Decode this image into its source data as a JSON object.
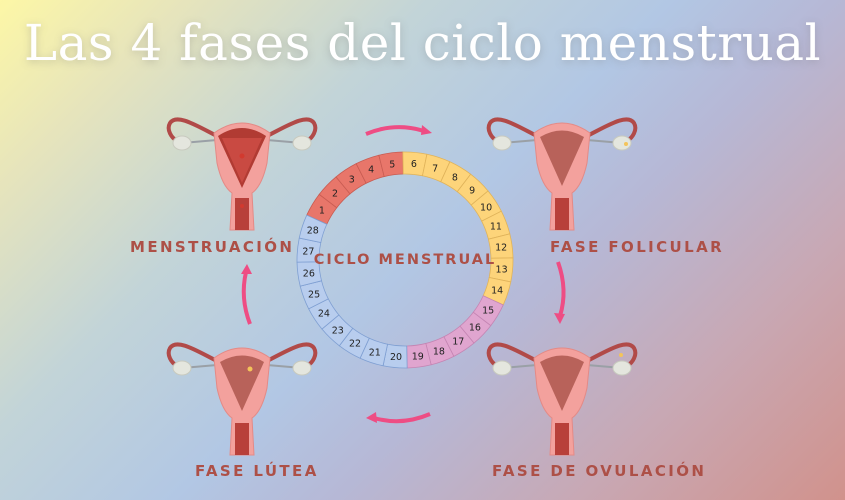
{
  "title": "Las 4 fases del ciclo menstrual",
  "center_label": "CICLO MENSTRUAL",
  "phases": [
    {
      "id": "menstruacion",
      "label": "MENSTRUACIÓN",
      "days": [
        1,
        2,
        3,
        4,
        5
      ],
      "color": "#e8766a"
    },
    {
      "id": "folicular",
      "label": "FASE FOLICULAR",
      "days": [
        6,
        7,
        8,
        9,
        10,
        11,
        12,
        13,
        14
      ],
      "color": "#fdd47a"
    },
    {
      "id": "ovulacion",
      "label": "FASE DE OVULACIÓN",
      "days": [
        15,
        16,
        17,
        18,
        19
      ],
      "color": "#e0a5cf"
    },
    {
      "id": "lutea",
      "label": "FASE LÚTEA",
      "days": [
        20,
        21,
        22,
        23,
        24,
        25,
        26,
        27,
        28
      ],
      "color": "#b8cdee"
    }
  ],
  "ring_days": [
    "1",
    "2",
    "3",
    "4",
    "5",
    "6",
    "7",
    "8",
    "9",
    "10",
    "11",
    "12",
    "13",
    "14",
    "15",
    "16",
    "17",
    "18",
    "19",
    "20",
    "21",
    "22",
    "23",
    "24",
    "25",
    "26",
    "27",
    "28"
  ],
  "colors": {
    "label_text": "#ad5047",
    "arrow": "#ee4d84",
    "title_text": "#ffffff"
  },
  "icons": {
    "uterus": "uterus-illustration",
    "arrow": "curved-arrow"
  }
}
